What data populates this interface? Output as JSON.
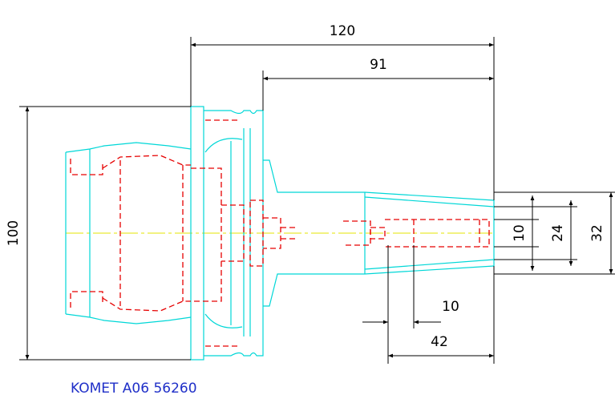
{
  "drawing": {
    "caption": "KOMET A06 56260",
    "dimensions": {
      "overall_length": "120",
      "shank_length": "91",
      "flange_diameter": "100",
      "bore_diameter": "10",
      "collar_diameter": "24",
      "nose_diameter": "32",
      "pin_length": "10",
      "bore_depth": "42"
    }
  },
  "colors": {
    "outline": "#00d7d7",
    "hidden": "#e60000",
    "centerline": "#e6e600",
    "dimension": "#000000",
    "caption": "#1f2fc8",
    "background": "#ffffff"
  }
}
